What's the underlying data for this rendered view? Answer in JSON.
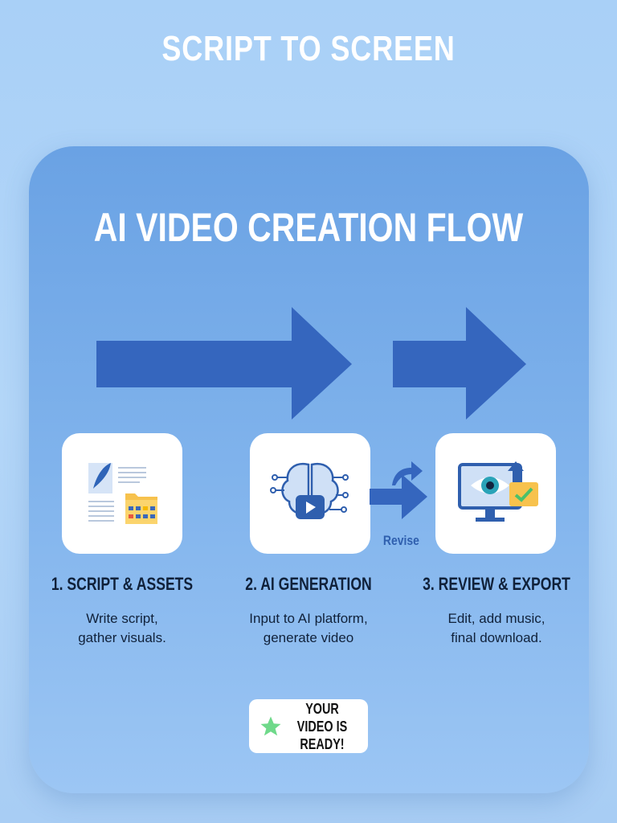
{
  "header": {
    "title": "SCRIPT TO SCREEN"
  },
  "card": {
    "title": "AI VIDEO CREATION FLOW"
  },
  "steps": [
    {
      "title": "1. SCRIPT & ASSETS",
      "desc": "Write script, gather visuals.",
      "icon": "document-folder-icon"
    },
    {
      "title": "2. AI GENERATION",
      "desc": "Input to AI platform, generate video",
      "icon": "ai-brain-video-icon"
    },
    {
      "title": "3. REVIEW & EXPORT",
      "desc": "Edit, add music, final download.",
      "icon": "monitor-eye-export-icon"
    }
  ],
  "revise_label": "Revise",
  "badge": {
    "text": "YOUR VIDEO IS READY!",
    "icon": "star-icon"
  },
  "colors": {
    "arrow": "#3566be",
    "card": "#74aae8",
    "background": "#aed2f7",
    "star": "#6fd98a"
  }
}
